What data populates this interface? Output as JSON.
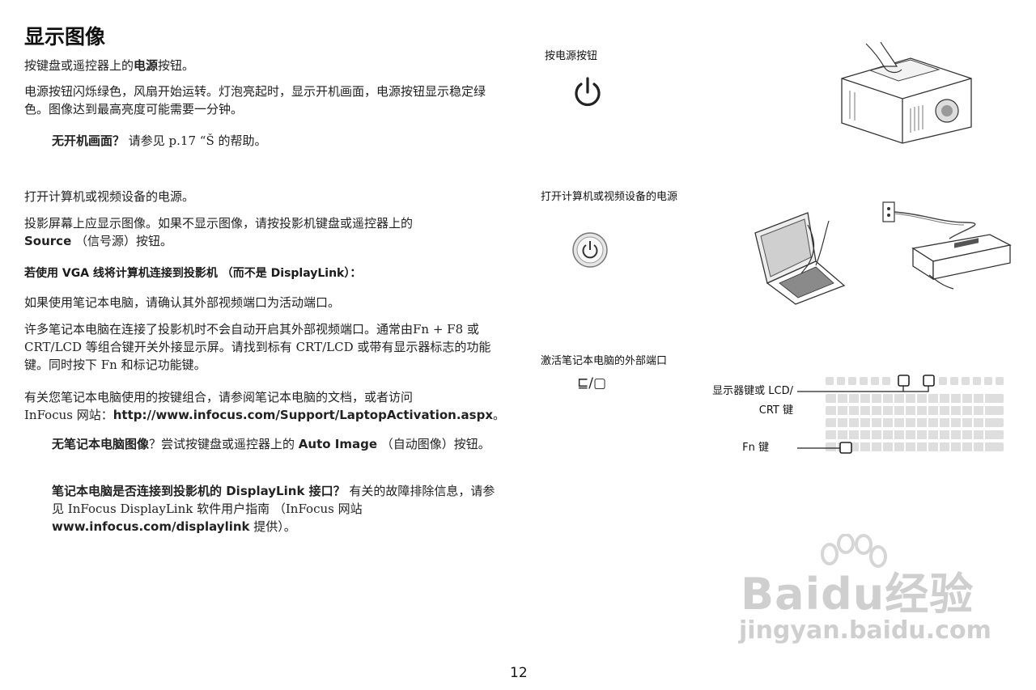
{
  "title": "显示图像",
  "left": {
    "p1_pre": "按键盘或遥控器上的",
    "p1_bold": "电源",
    "p1_post": "按钮。",
    "p2": "电源按钮闪烁绿色，风扇开始运转。灯泡亮起时，显示开机画面，电源按钮显示稳定绿色。图像达到最高亮度可能需要一分钟。",
    "note1_bold": "无开机画面？",
    "note1_text": " 请参见 р.17 “Š 的帮助。",
    "p3": "打开计算机或视频设备的电源。",
    "p4_line1": "投影屏幕上应显示图像。如果不显示图像，请按投影机键盘或遥控器上的",
    "p4_bold": "Source",
    "p4_post": " （信号源）按钮。",
    "heading_vga": "若使用 VGA 线将计算机连接到投影机 （而不是 DisplayLink）：",
    "p5": "如果使用笔记本电脑，请确认其外部视频端口为活动端口。",
    "p6": "许多笔记本电脑在连接了投影机时不会自动开启其外部视频端口。通常由Fn + F8 或 CRT/LCD 等组合键开关外接显示屏。请找到标有 CRT/LCD 或带有显示器标志的功能键。同时按下 Fn 和标记功能键。",
    "p7_line1": "有关您笔记本电脑使用的按键组合，请参阅笔记本电脑的文档，或者访问",
    "p7_pre": "InFocus 网站：",
    "p7_url": "http://www.infocus.com/Support/LaptopActivation.aspx",
    "p7_post": "。",
    "note2_bold": "无笔记本电脑图像",
    "note2_text1": "？尝试按键盘或遥控器上的 ",
    "note2_bold2": "Auto Image",
    "note2_text2": " （自动图像）按钮。",
    "note3_bold": "笔记本电脑是否连接到投影机的 DisplayLink 接口？",
    "note3_text": " 有关的故障排除信息，请参见 InFocus DisplayLink 软件用户指南 （InFocus 网站",
    "note3_url": "www.infocus.com/displaylink",
    "note3_post": " 提供）。"
  },
  "right": {
    "cap1": "按电源按钮",
    "cap2": "打开计算机或视频设备的电源",
    "cap3": "激活笔记本电脑的外部端口",
    "callout_lcd_line1": "显示器键或 LCD/",
    "callout_lcd_line2": "CRT 键",
    "callout_fn": "Fn 键",
    "lcd_glyph": "⊑/▢"
  },
  "page_number": "12",
  "watermark": {
    "brand": "Baidu经验",
    "url": "jingyan.baidu.com"
  }
}
